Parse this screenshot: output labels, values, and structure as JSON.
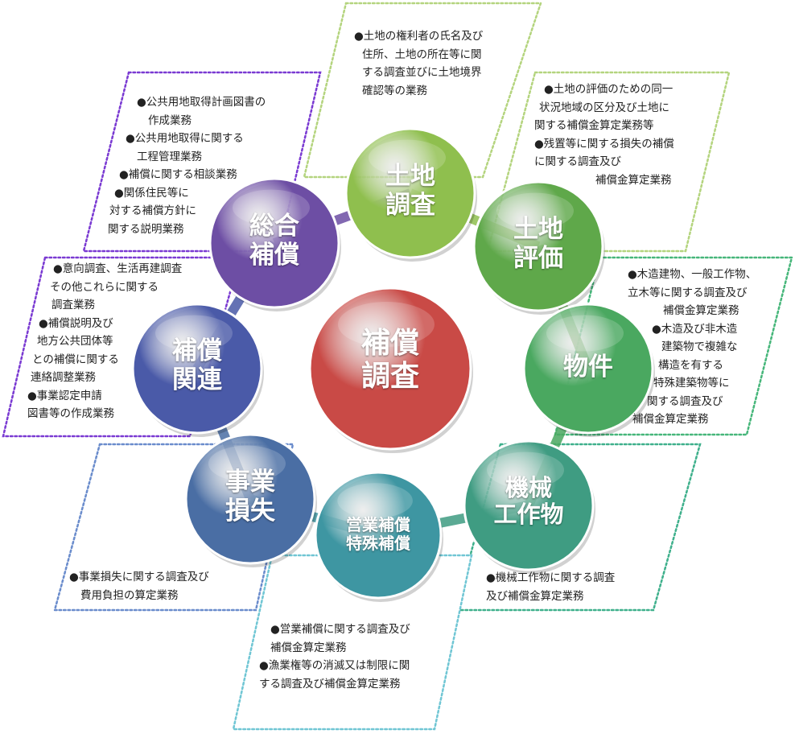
{
  "center": {
    "lines": [
      "補償",
      "調査"
    ],
    "color": "#c94a46"
  },
  "nodes": [
    {
      "id": "tochi-chousa",
      "lines": [
        "土地",
        "調査"
      ],
      "color": "#8fbf4e",
      "notes": [
        "●土地の権利者の氏名及び",
        "住所、土地の所在等に関",
        "する調査並びに土地境界",
        "確認等の業務"
      ]
    },
    {
      "id": "tochi-hyouka",
      "lines": [
        "土地",
        "評価"
      ],
      "color": "#5fa84a",
      "notes": [
        "●土地の評価のための同一",
        "状況地域の区分及び土地に",
        "関する補償金算定業務等",
        "●残置等に関する損失の補償",
        "に関する調査及び",
        "補償金算定業務"
      ]
    },
    {
      "id": "bukken",
      "lines": [
        "物件"
      ],
      "color": "#4aa860",
      "notes": [
        "●木造建物、一般工作物、",
        "立木等に関する調査及び",
        "補償金算定業務",
        "●木造及び非木造",
        "建築物で複雑な",
        "構造を有する",
        "特殊建築物等に",
        "関する調査及び",
        "補償金算定業務"
      ]
    },
    {
      "id": "kikai",
      "lines": [
        "機械",
        "工作物"
      ],
      "color": "#3f9c82",
      "notes": [
        "●機械工作物に関する調査",
        "及び補償金算定業務"
      ]
    },
    {
      "id": "eigyou",
      "lines": [
        "営業補償",
        "特殊補償"
      ],
      "color": "#3e96a2",
      "notes": [
        "●営業補償に関する調査及び",
        "補償金算定業務",
        "●漁業権等の消滅又は制限に関",
        "する調査及び補償金算定業務"
      ]
    },
    {
      "id": "jigyou",
      "lines": [
        "事業",
        "損失"
      ],
      "color": "#4a6ea4",
      "notes": [
        "●事業損失に関する調査及び",
        "費用負担の算定業務"
      ]
    },
    {
      "id": "kanren",
      "lines": [
        "補償",
        "関連"
      ],
      "color": "#4a5aa8",
      "notes": [
        "●意向調査、生活再建調査",
        "その他これらに関する",
        "調査業務",
        "●補償説明及び",
        "地方公共団体等",
        "との補償に関する",
        "連絡調整業務",
        "●事業認定申請",
        "図書等の作成業務"
      ]
    },
    {
      "id": "sougou",
      "lines": [
        "総合",
        "補償"
      ],
      "color": "#6d4ea4",
      "notes": [
        "●公共用地取得計画図書の",
        "作成業務",
        "●公共用地取得に関する",
        "工程管理業務",
        "●補償に関する相談業務",
        "●関係住民等に",
        "対する補償方針に",
        "関する説明業務"
      ]
    }
  ]
}
